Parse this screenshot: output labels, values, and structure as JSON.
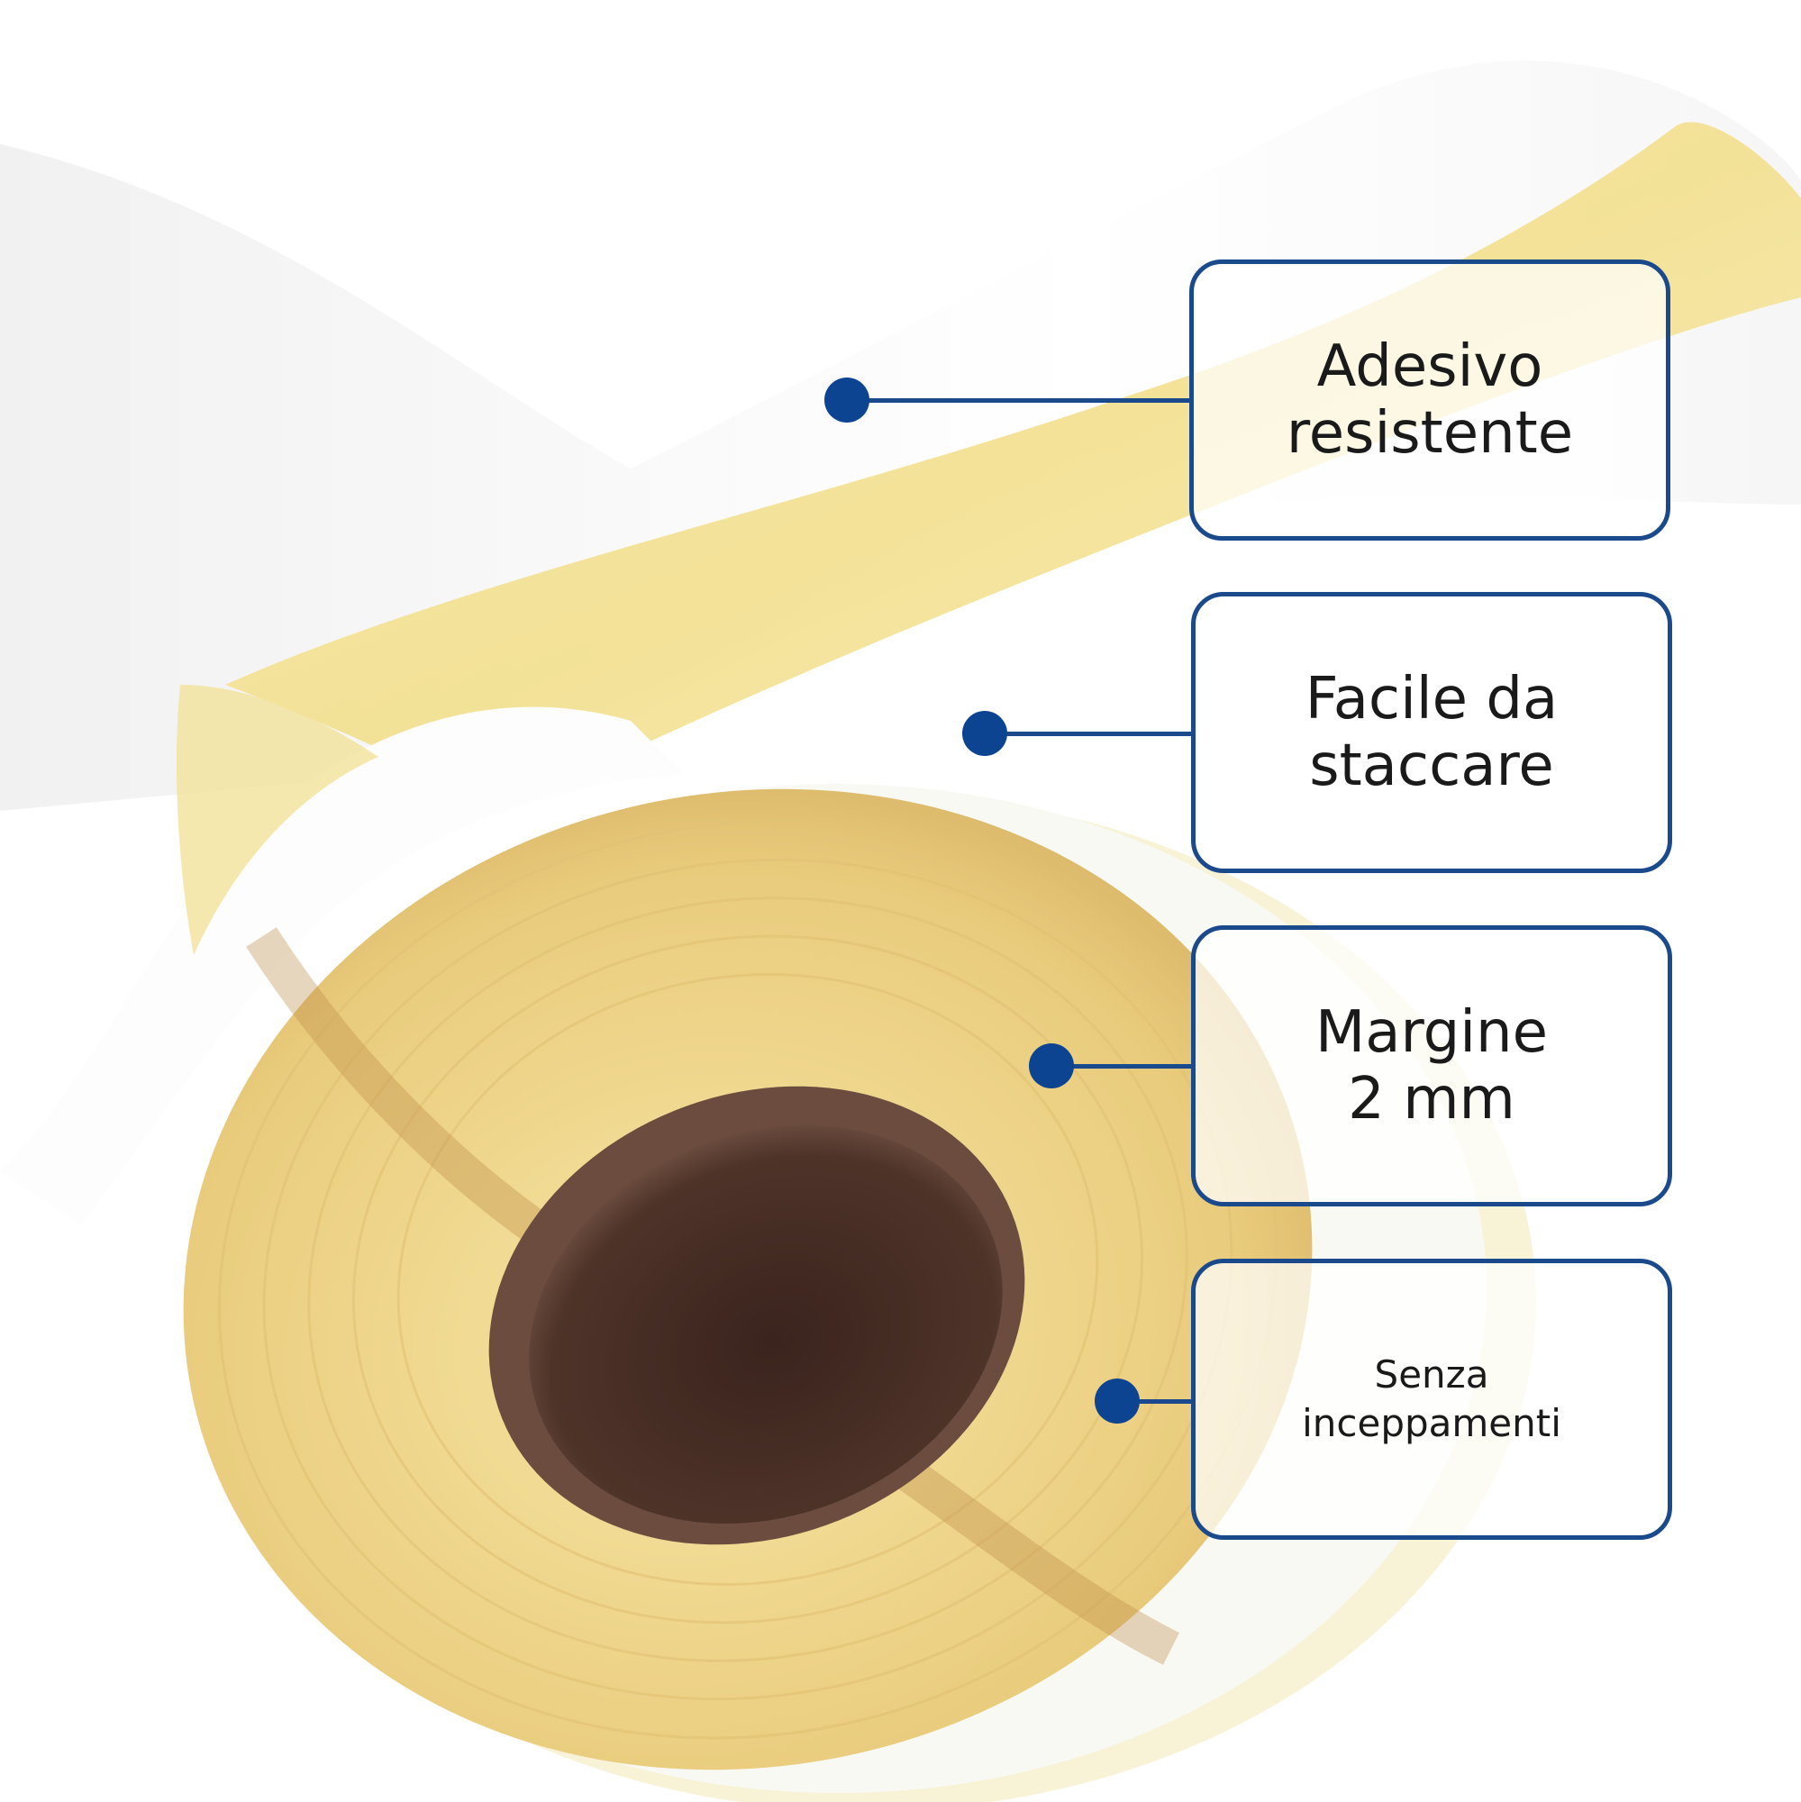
{
  "colors": {
    "accent": "#1b4a8c",
    "dot": "#0d4491",
    "label_face": "#ffffff",
    "liner": "#f4e7a6",
    "roll_edge": "#ecd48a",
    "core": "#4a2f26"
  },
  "callouts": [
    {
      "label": "Adesivo\nresistente",
      "icon": "bullet-dot"
    },
    {
      "label": "Facile da\nstaccare",
      "icon": "bullet-dot"
    },
    {
      "label": "Margine\n2 mm",
      "icon": "bullet-dot"
    },
    {
      "label": "Senza\ninceppamenti",
      "icon": "bullet-dot"
    }
  ]
}
